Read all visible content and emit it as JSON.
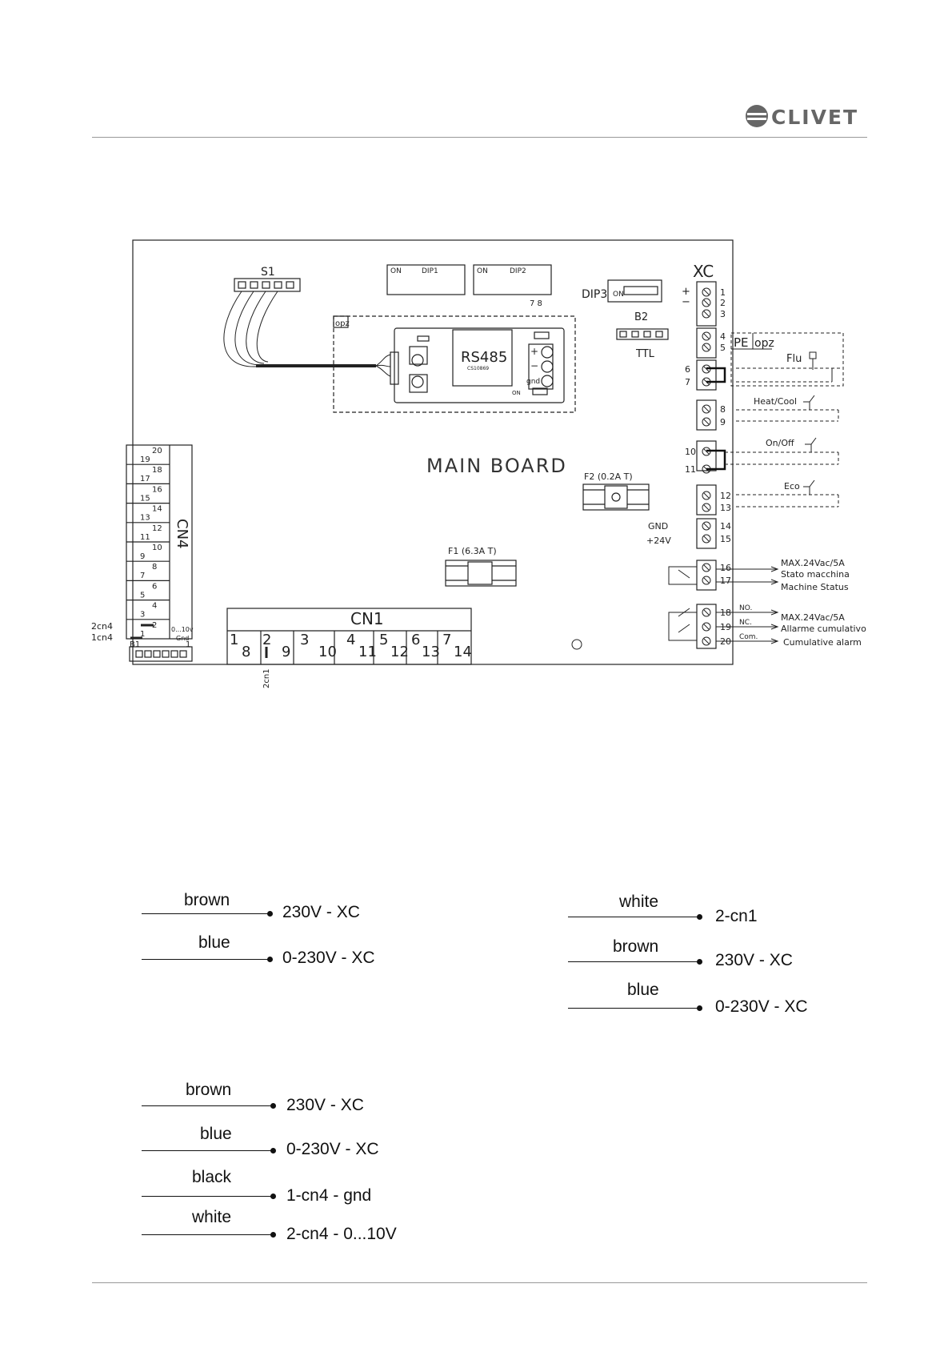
{
  "brand": {
    "name": "CLIVET"
  },
  "board": {
    "title": "MAIN BOARD",
    "s1": "S1",
    "opz": "opz",
    "rs485": "RS485",
    "rs485_sub": "CS10869",
    "plus": "+",
    "minus": "−",
    "gnd_small": "gnd",
    "on_small": "ON",
    "dip1_on": "ON",
    "dip1": "DIP1",
    "dip2_on": "ON",
    "dip2": "DIP2",
    "dip2_nums": "7  8",
    "dip3": "DIP3",
    "dip3_on": "ON",
    "b2": "B2",
    "ttl": "TTL",
    "f2": "F2 (0.2A T)",
    "f1": "F1 (6.3A T)",
    "gnd": "GND",
    "v24": "+24V",
    "xc": "XC",
    "xc_plus": "+",
    "xc_minus": "−",
    "cn1": "CN1",
    "cn1_pins": [
      "1",
      "8",
      "2",
      "9",
      "3",
      "10",
      "4",
      "11",
      "5",
      "12",
      "6",
      "13",
      "7",
      "14"
    ],
    "cn1_side": "2cn1",
    "cn4": "CN4",
    "cn4_pins_even": [
      "20",
      "18",
      "16",
      "14",
      "12",
      "10",
      "8",
      "6",
      "4",
      "2"
    ],
    "cn4_pins_odd": [
      "19",
      "17",
      "15",
      "13",
      "11",
      "9",
      "7",
      "5",
      "3",
      "1"
    ],
    "cn4_010v": "0...10v",
    "cn4_gnd": "Gnd",
    "cn4_2": "2cn4",
    "cn4_1": "1cn4",
    "b1": "B1",
    "b1_1": "1"
  },
  "terminals": {
    "numbers": [
      "1",
      "2",
      "3",
      "4",
      "5",
      "6",
      "7",
      "8",
      "9",
      "10",
      "11",
      "12",
      "13",
      "14",
      "15",
      "16",
      "17",
      "18",
      "19",
      "20"
    ]
  },
  "external": {
    "pe": "PE",
    "opz": "opz",
    "flu": "Flu",
    "heat_cool": "Heat/Cool",
    "on_off": "On/Off",
    "eco": "Eco",
    "max1": "MAX.24Vac/5A",
    "stato": "Stato macchina",
    "machine_status": "Machine Status",
    "no": "NO.",
    "nc": "NC.",
    "com": "Com.",
    "max2": "MAX.24Vac/5A",
    "allarme": "Allarme cumulativo",
    "cumulative": "Cumulative alarm"
  },
  "wiring_groups": [
    {
      "wires": [
        {
          "color": "brown",
          "dest": "230V - XC"
        },
        {
          "color": "blue",
          "dest": "0-230V - XC"
        }
      ]
    },
    {
      "wires": [
        {
          "color": "white",
          "dest": "2-cn1"
        },
        {
          "color": "brown",
          "dest": "230V - XC"
        },
        {
          "color": "blue",
          "dest": "0-230V - XC"
        }
      ]
    },
    {
      "wires": [
        {
          "color": "brown",
          "dest": "230V - XC"
        },
        {
          "color": "blue",
          "dest": "0-230V - XC"
        },
        {
          "color": "black",
          "dest": "1-cn4 - gnd"
        },
        {
          "color": "white",
          "dest": "2-cn4 - 0...10V"
        }
      ]
    }
  ]
}
